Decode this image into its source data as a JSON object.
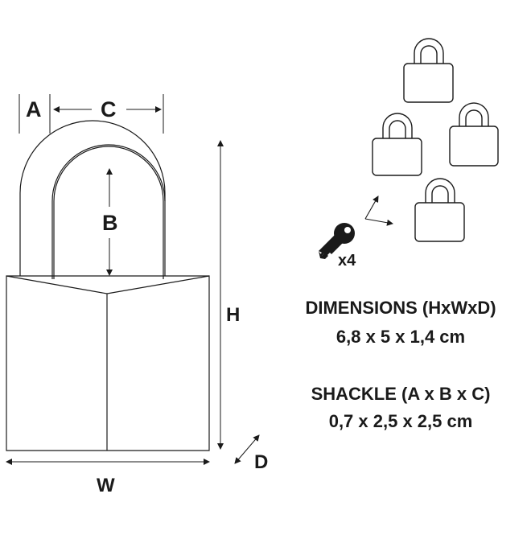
{
  "dimension_labels": {
    "a": "A",
    "b": "B",
    "c": "C",
    "h": "H",
    "w": "W",
    "d": "D"
  },
  "keys": {
    "count_label": "x4",
    "key_icon": "key-icon",
    "padlocks_shown": 4
  },
  "specs": {
    "dimensions_title": "DIMENSIONS (HxWxD)",
    "dimensions_value": "6,8 x 5 x 1,4 cm",
    "shackle_title": "SHACKLE (A x B x C)",
    "shackle_value": "0,7 x 2,5 x 2,5 cm"
  },
  "colors": {
    "line": "#1a1a1a",
    "background": "#ffffff"
  }
}
